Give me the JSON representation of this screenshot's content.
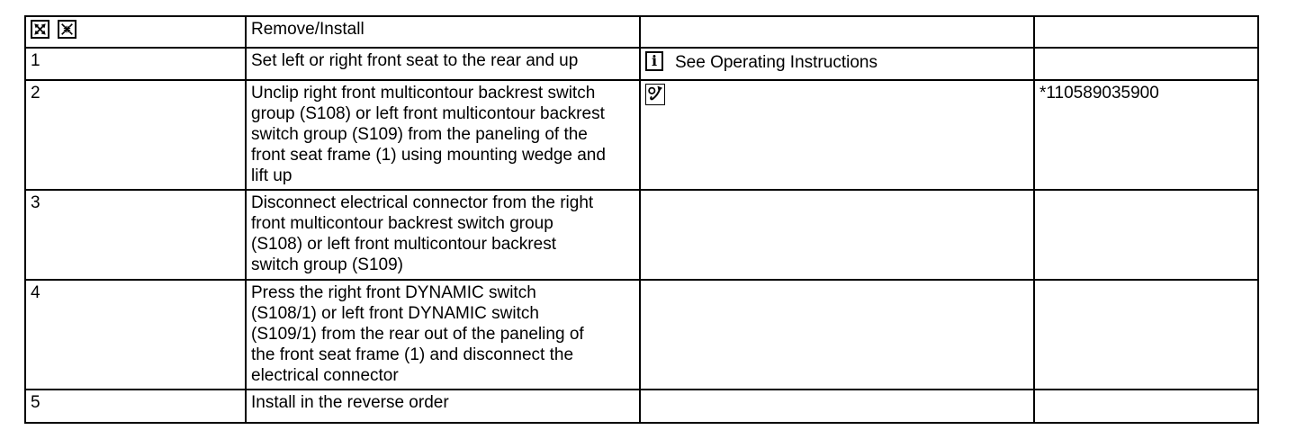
{
  "page": {
    "background_color": "#ffffff",
    "border_color": "#000000",
    "text_color": "#000000"
  },
  "icons": {
    "expand": "expand-icon",
    "collapse": "collapse-icon",
    "info": "info-icon",
    "info_glyph": "i",
    "tool": "tool-icon"
  },
  "table": {
    "header": {
      "title": "Remove/Install"
    },
    "rows": [
      {
        "num": "1",
        "instruction": "Set left or right front seat to the rear and up",
        "note_text": "See Operating Instructions",
        "part_number": ""
      },
      {
        "num": "2",
        "instruction": "Unclip right front multicontour backrest switch\ngroup (S108) or left front multicontour backrest\nswitch group (S109) from the paneling of the\nfront seat frame (1) using mounting wedge and\nlift up",
        "note_text": "",
        "part_number": "*110589035900"
      },
      {
        "num": "3",
        "instruction": "Disconnect electrical connector from the right\nfront multicontour backrest switch group\n(S108) or left front multicontour backrest\nswitch group (S109)",
        "note_text": "",
        "part_number": ""
      },
      {
        "num": "4",
        "instruction": "Press the right front DYNAMIC switch\n(S108/1) or left front DYNAMIC switch\n(S109/1) from the rear out of the paneling of\nthe front seat frame (1) and disconnect the\nelectrical connector",
        "note_text": "",
        "part_number": ""
      },
      {
        "num": "5",
        "instruction": "Install in the reverse order",
        "note_text": "",
        "part_number": ""
      }
    ]
  }
}
